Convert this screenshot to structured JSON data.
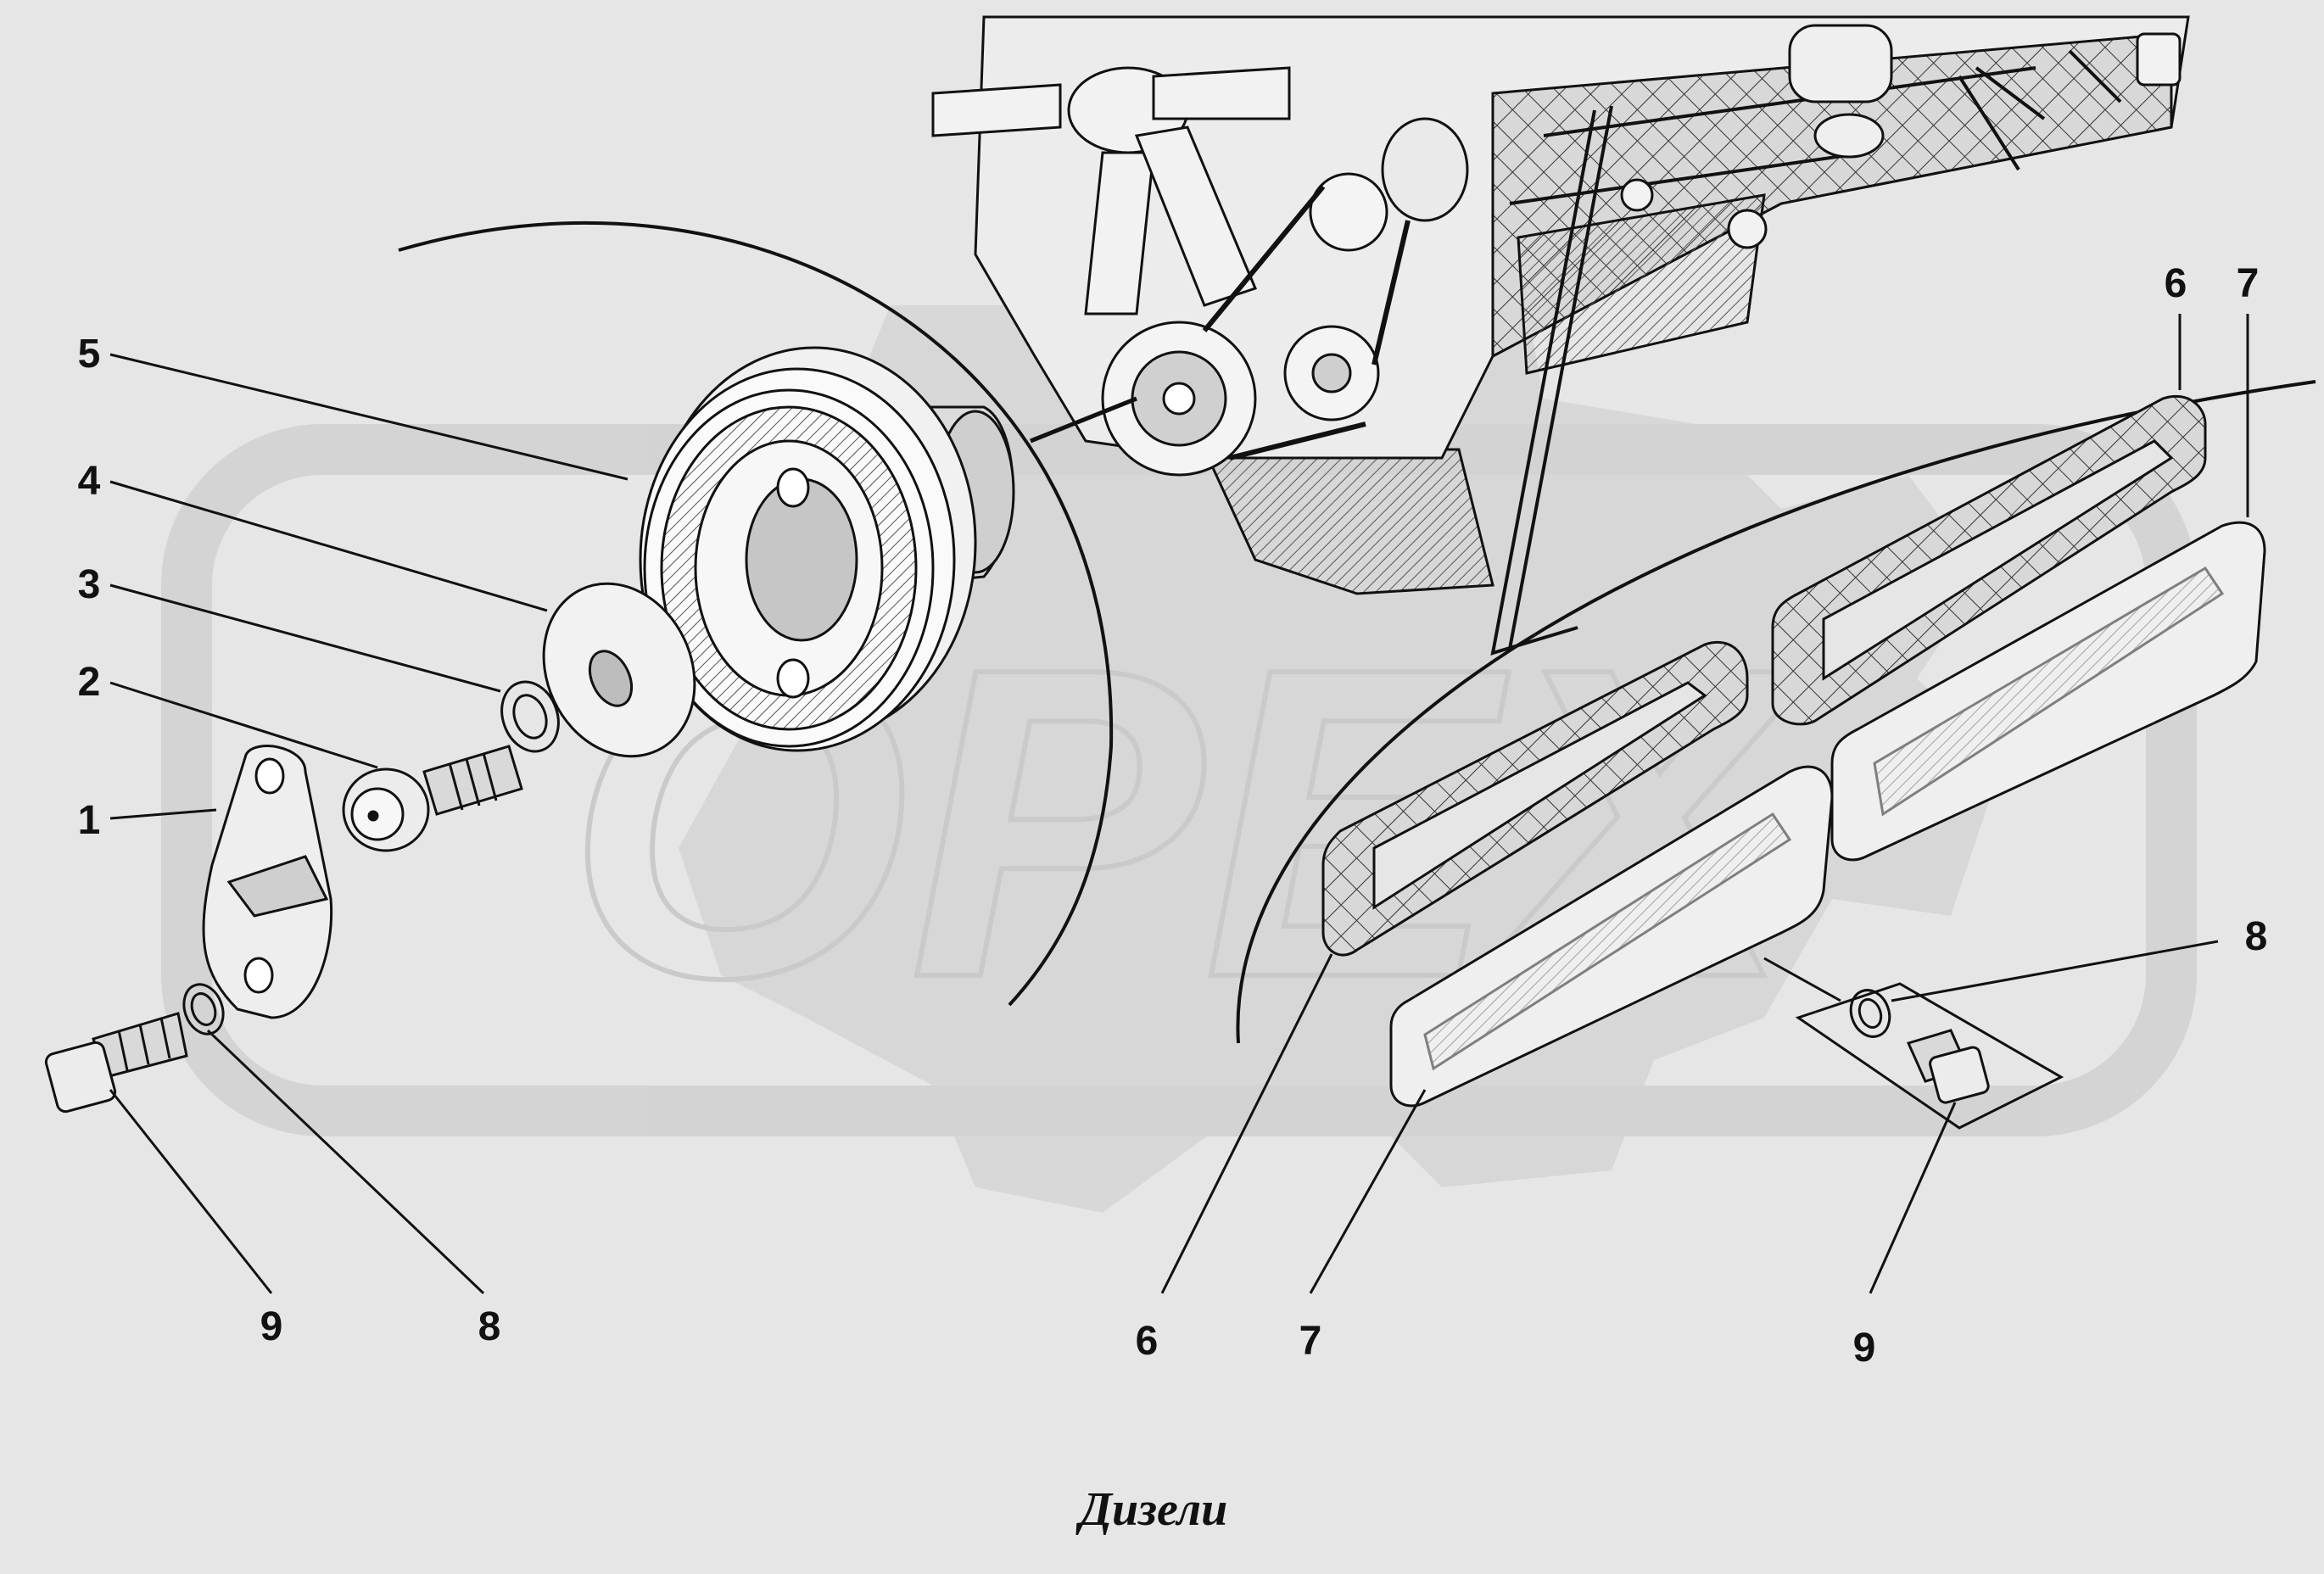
{
  "caption": "Дизели",
  "watermark": "ОРЕХ",
  "colors": {
    "background": "#e6e6e6",
    "watermark": "#d2d2d2",
    "line": "#111111",
    "part_fill": "#f2f2f2",
    "shade": "#bdbdbd"
  },
  "callouts": [
    {
      "id": "c1",
      "label": "1"
    },
    {
      "id": "c2",
      "label": "2"
    },
    {
      "id": "c3",
      "label": "3"
    },
    {
      "id": "c4",
      "label": "4"
    },
    {
      "id": "c5",
      "label": "5"
    },
    {
      "id": "c6a",
      "label": "6"
    },
    {
      "id": "c7a",
      "label": "7"
    },
    {
      "id": "c8a",
      "label": "8"
    },
    {
      "id": "c9a",
      "label": "9"
    },
    {
      "id": "c6b",
      "label": "6"
    },
    {
      "id": "c7b",
      "label": "7"
    },
    {
      "id": "c8b",
      "label": "8"
    },
    {
      "id": "c9b",
      "label": "9"
    }
  ]
}
